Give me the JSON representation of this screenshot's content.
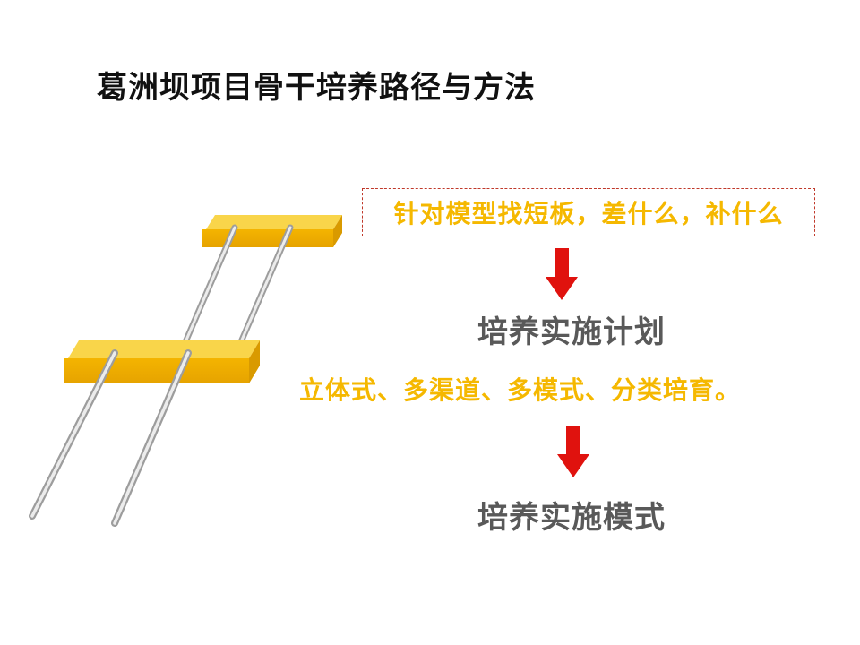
{
  "slide": {
    "title": "葛洲坝项目骨干培养路径与方法",
    "note_text": "针对模型找短板，差什么，补什么",
    "step1_text": "培养实施计划",
    "methods_text": "立体式、多渠道、多模式、分类培育。",
    "step2_text": "培养实施模式"
  },
  "colors": {
    "platform": "#f7c200",
    "accent_yellow": "#f5b800",
    "arrow_red": "#e0120e",
    "dashed_border": "#c0392b",
    "step_text": "#595959"
  },
  "icons": {
    "illustration": "ladder-platform-illustration",
    "arrows": "down-arrow-icon"
  }
}
